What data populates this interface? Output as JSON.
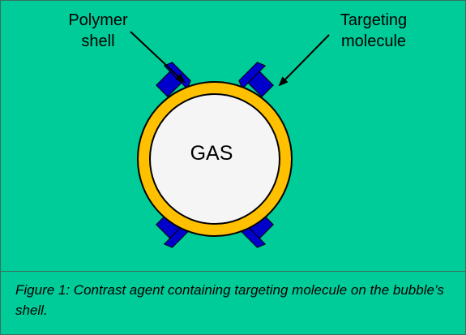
{
  "labels": {
    "polymer_shell_line1": "Polymer",
    "polymer_shell_line2": "shell",
    "targeting_molecule_line1": "Targeting",
    "targeting_molecule_line2": "molecule",
    "gas": "GAS"
  },
  "caption": "Figure 1: Contrast agent containing targeting molecule on the bubble’s shell.",
  "colors": {
    "background": "#00CC99",
    "shell": "#FFC000",
    "core": "#F5F5F5",
    "targeting_molecule": "#0000CC",
    "outline": "#000000"
  }
}
